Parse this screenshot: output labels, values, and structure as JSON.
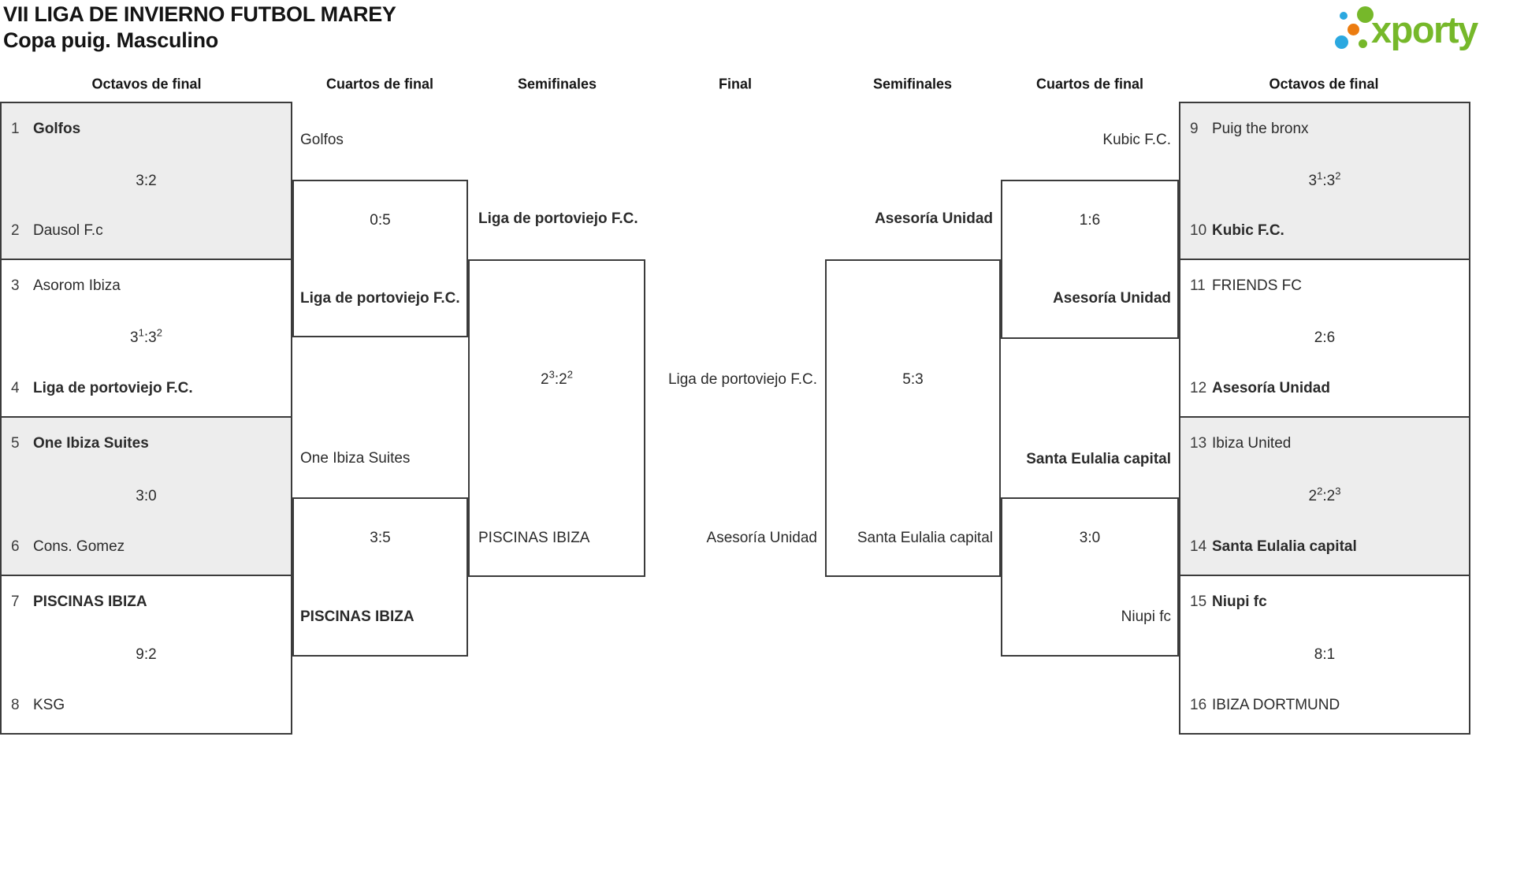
{
  "title": {
    "line1": "VII LIGA DE INVIERNO FUTBOL MAREY",
    "line2": "Copa puig. Masculino"
  },
  "logo": {
    "brand": "xporty",
    "green": "#76b82a",
    "blue": "#2ba8e0",
    "orange": "#ec7c10"
  },
  "headers": {
    "r16_left": "Octavos de final",
    "qf_left": "Cuartos de final",
    "sf_left": "Semifinales",
    "final": "Final",
    "sf_right": "Semifinales",
    "qf_right": "Cuartos de final",
    "r16_right": "Octavos de final"
  },
  "colors": {
    "box_fill": "#ededed",
    "border": "#3b3b3b"
  },
  "round_of_16": [
    {
      "seed_a": "1",
      "team_a": "Golfos",
      "score": {
        "a": "3",
        "a_sup": "",
        "sep": ":",
        "b": "2",
        "b_sup": ""
      },
      "seed_b": "2",
      "team_b": "Dausol F.c",
      "winner": "a"
    },
    {
      "seed_a": "3",
      "team_a": "Asorom Ibiza",
      "score": {
        "a": "3",
        "a_sup": "1",
        "sep": ":",
        "b": "3",
        "b_sup": "2"
      },
      "seed_b": "4",
      "team_b": "Liga de portoviejo F.C.",
      "winner": "b"
    },
    {
      "seed_a": "5",
      "team_a": "One Ibiza Suites",
      "score": {
        "a": "3",
        "a_sup": "",
        "sep": ":",
        "b": "0",
        "b_sup": ""
      },
      "seed_b": "6",
      "team_b": "Cons. Gomez",
      "winner": "a"
    },
    {
      "seed_a": "7",
      "team_a": "PISCINAS IBIZA",
      "score": {
        "a": "9",
        "a_sup": "",
        "sep": ":",
        "b": "2",
        "b_sup": ""
      },
      "seed_b": "8",
      "team_b": "KSG",
      "winner": "a"
    },
    {
      "seed_a": "9",
      "team_a": "Puig the bronx",
      "score": {
        "a": "3",
        "a_sup": "1",
        "sep": ":",
        "b": "3",
        "b_sup": "2"
      },
      "seed_b": "10",
      "team_b": "Kubic F.C.",
      "winner": "b"
    },
    {
      "seed_a": "11",
      "team_a": "FRIENDS FC",
      "score": {
        "a": "2",
        "a_sup": "",
        "sep": ":",
        "b": "6",
        "b_sup": ""
      },
      "seed_b": "12",
      "team_b": "Asesoría Unidad",
      "winner": "b"
    },
    {
      "seed_a": "13",
      "team_a": "Ibiza United",
      "score": {
        "a": "2",
        "a_sup": "2",
        "sep": ":",
        "b": "2",
        "b_sup": "3"
      },
      "seed_b": "14",
      "team_b": "Santa Eulalia capital",
      "winner": "b"
    },
    {
      "seed_a": "15",
      "team_a": "Niupi fc",
      "score": {
        "a": "8",
        "a_sup": "",
        "sep": ":",
        "b": "1",
        "b_sup": ""
      },
      "seed_b": "16",
      "team_b": "IBIZA DORTMUND",
      "winner": "a"
    }
  ],
  "quarterfinals": [
    {
      "team_a": "Golfos",
      "score": {
        "a": "0",
        "a_sup": "",
        "sep": ":",
        "b": "5",
        "b_sup": ""
      },
      "team_b": "Liga de portoviejo F.C.",
      "winner": "b"
    },
    {
      "team_a": "One Ibiza Suites",
      "score": {
        "a": "3",
        "a_sup": "",
        "sep": ":",
        "b": "5",
        "b_sup": ""
      },
      "team_b": "PISCINAS IBIZA",
      "winner": "b"
    },
    {
      "team_a": "Kubic F.C.",
      "score": {
        "a": "1",
        "a_sup": "",
        "sep": ":",
        "b": "6",
        "b_sup": ""
      },
      "team_b": "Asesoría Unidad",
      "winner": "b"
    },
    {
      "team_a": "Santa Eulalia capital",
      "score": {
        "a": "3",
        "a_sup": "",
        "sep": ":",
        "b": "0",
        "b_sup": ""
      },
      "team_b": "Niupi fc",
      "winner": "a"
    }
  ],
  "semifinals": [
    {
      "team_a": "Liga de portoviejo F.C.",
      "score": {
        "a": "2",
        "a_sup": "3",
        "sep": ":",
        "b": "2",
        "b_sup": "2"
      },
      "team_b": "PISCINAS IBIZA",
      "winner": "a"
    },
    {
      "team_a": "Asesoría Unidad",
      "score": {
        "a": "5",
        "a_sup": "",
        "sep": ":",
        "b": "3",
        "b_sup": ""
      },
      "team_b": "Santa Eulalia capital",
      "winner": "a"
    }
  ],
  "final": {
    "team_a": "Liga de portoviejo F.C.",
    "team_b": "Asesoría Unidad"
  }
}
